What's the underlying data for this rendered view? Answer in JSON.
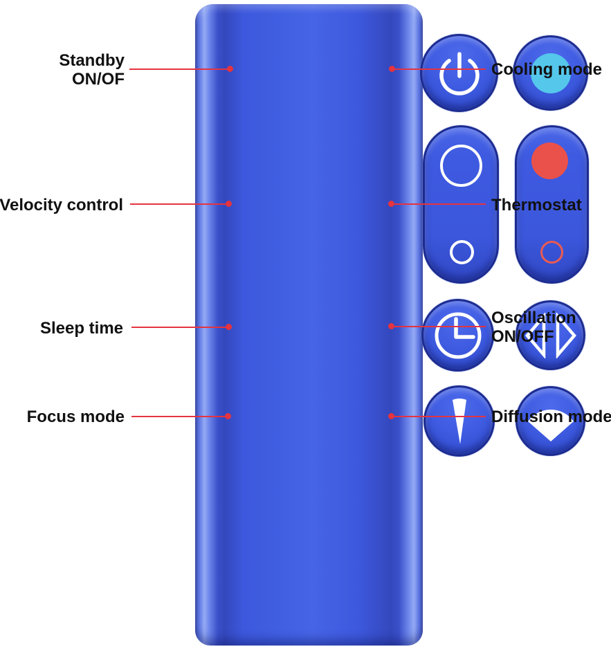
{
  "figure": {
    "type": "product-callout-diagram",
    "subject": "Fan remote control with labeled buttons"
  },
  "colors": {
    "background": "#ffffff",
    "remote_body_blue": "#3d58dc",
    "remote_edge_highlight": "#95abf5",
    "button_outline_navy": "#1d2c90",
    "icon_white": "#ffffff",
    "cooling_dot_blue": "#54c7eb",
    "thermostat_red": "#ea514a",
    "callout_line_red": "#e5333f",
    "label_text": "#111111"
  },
  "icons": {
    "standby": "power-icon",
    "cooling": "cooling-dot-icon",
    "velocity_up": "large-circle-outline-icon",
    "velocity_down": "small-circle-outline-icon",
    "thermostat_up": "red-filled-circle-icon",
    "thermostat_down": "red-circle-outline-icon",
    "sleep": "clock-icon",
    "oscillation": "left-right-arrows-icon",
    "focus": "narrow-jet-icon",
    "diffusion": "wide-fan-icon"
  },
  "callouts": {
    "standby": {
      "line1": "Standby",
      "line2": "ON/OF",
      "side": "left"
    },
    "cooling": {
      "line1": "Cooling mode",
      "side": "right"
    },
    "velocity": {
      "line1": "Velocity control",
      "side": "left"
    },
    "thermostat": {
      "line1": "Thermostat",
      "side": "right"
    },
    "sleep": {
      "line1": "Sleep time",
      "side": "left"
    },
    "oscillation": {
      "line1": "Oscillation",
      "line2": "ON/OFF",
      "side": "right"
    },
    "focus": {
      "line1": "Focus mode",
      "side": "left"
    },
    "diffusion": {
      "line1": "Diffusion mode",
      "side": "right"
    }
  },
  "remote": {
    "buttons": [
      "standby-button",
      "cooling-mode-button",
      "velocity-control-rocker",
      "thermostat-rocker",
      "sleep-time-button",
      "oscillation-button",
      "focus-mode-button",
      "diffusion-mode-button"
    ]
  }
}
